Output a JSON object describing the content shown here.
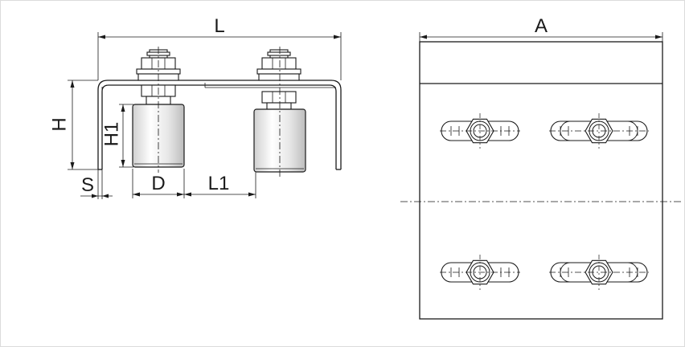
{
  "labels": {
    "L": "L",
    "A": "A",
    "H": "H",
    "H1": "H1",
    "S": "S",
    "D": "D",
    "L1": "L1"
  }
}
